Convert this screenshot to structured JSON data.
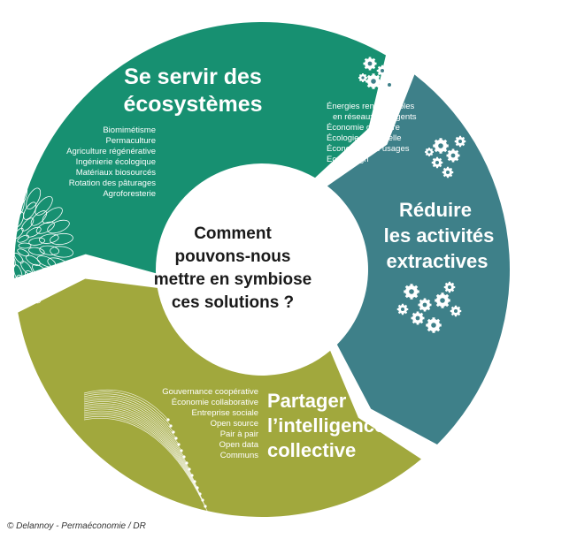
{
  "center": {
    "lines": [
      "Comment",
      "pouvons-nous",
      "mettre en symbiose",
      "ces solutions ?"
    ]
  },
  "segments": {
    "ecosystems": {
      "color": "#179071",
      "title": [
        "Se servir des",
        "écosystèmes"
      ],
      "items": [
        "Biomimétisme",
        "Permaculture",
        "Agriculture régénérative",
        "Ingénierie écologique",
        "Matériaux biosourcés",
        "Rotation des pâturages",
        "Agroforesterie"
      ],
      "icon": "flower-icon"
    },
    "extractive": {
      "color": "#3e8089",
      "title": [
        "Réduire",
        "les activités",
        "extractives"
      ],
      "items": [
        "Énergies renouvelables",
        "en réseaux intelligents",
        "Économie circulaire",
        "Écologie industrielle",
        "Économie des usages",
        "Eco-design"
      ],
      "icon": "gears-icon"
    },
    "collective": {
      "color": "#a1a83d",
      "title": [
        "Partager",
        "l’intelligence",
        "collective"
      ],
      "items": [
        "Gouvernance coopérative",
        "Économie collaborative",
        "Entreprise sociale",
        "Open source",
        "Pair à pair",
        "Open data",
        "Communs"
      ],
      "icon": "network-icon"
    }
  },
  "credit": "© Delannoy - Permaéconomie / DR"
}
